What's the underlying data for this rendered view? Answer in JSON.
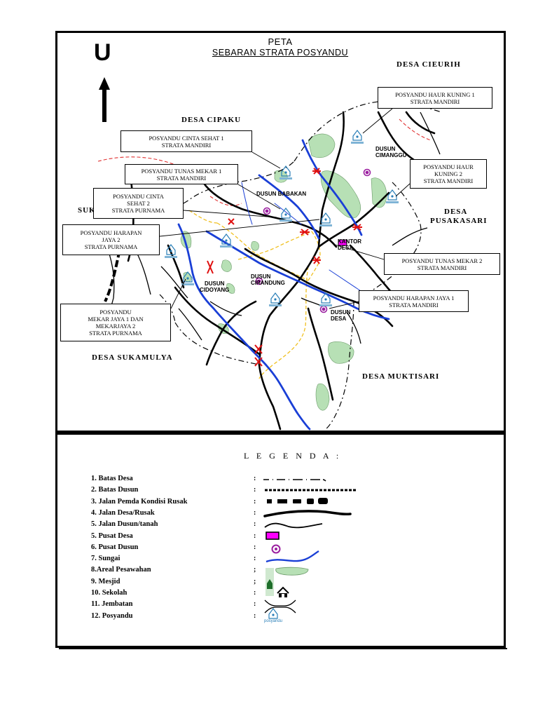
{
  "title": {
    "line1": "PETA",
    "line2": "SEBARAN STRATA POSYANDU"
  },
  "north": "U",
  "villages": {
    "cieurih": "DESA CIEURIH",
    "cipaku": "DESA CIPAKU",
    "pusakasari_1": "DESA",
    "pusakasari_2": "PUSAKASARI",
    "sukamulya": "DESA SUKAMULYA",
    "muktisari": "DESA MUKTISARI",
    "suk_partial": "SUK"
  },
  "hamlets": {
    "cimanggu": [
      "DUSUN",
      "CIMANGGU"
    ],
    "babakan": "DUSUN BABAKAN",
    "cidoyang": [
      "DUSUN",
      "CIDOYANG"
    ],
    "cirandung": [
      "DUSUN",
      "CIRANDUNG"
    ],
    "desa": [
      "DUSUN",
      "DESA"
    ],
    "kantor": [
      "KANTOR",
      "DESA"
    ]
  },
  "callouts": [
    {
      "id": "haur-kuning-1",
      "lines": [
        "POSYANDU HAUR KUNING 1",
        "STRATA MANDIRI"
      ]
    },
    {
      "id": "cinta-sehat-1",
      "lines": [
        "POSYANDU CINTA SEHAT 1",
        "STRATA MANDIRI"
      ]
    },
    {
      "id": "tunas-mekar-1",
      "lines": [
        "POSYANDU TUNAS MEKAR 1",
        "STRATA MANDIRI"
      ]
    },
    {
      "id": "haur-kuning-2",
      "lines": [
        "POSYANDU HAUR",
        "KUNING 2",
        "STRATA MANDIRI"
      ]
    },
    {
      "id": "cinta-sehat-2",
      "lines": [
        "POSYANDU  CINTA",
        "SEHAT  2",
        "STRATA PURNAMA"
      ]
    },
    {
      "id": "harapan-jaya-2",
      "lines": [
        "POSYANDU  HARAPAN",
        "JAYA 2",
        "STRATA PURNAMA"
      ]
    },
    {
      "id": "tunas-mekar-2",
      "lines": [
        "POSYANDU TUNAS MEKAR 2",
        "STRATA MANDIRI"
      ]
    },
    {
      "id": "harapan-jaya-1",
      "lines": [
        "POSYANDU HARAPAN JAYA 1",
        "STRATA MANDIRI"
      ]
    },
    {
      "id": "mekar-jaya",
      "lines": [
        "POSYANDU",
        "MEKAR JAYA 1 DAN",
        "MEKARJAYA 2",
        "STRATA PURNAMA"
      ]
    }
  ],
  "legend": {
    "title": "L E G E N D A :",
    "items": [
      "1. Batas Desa",
      "2. Batas Dusun",
      "3. Jalan Pemda Kondisi Rusak",
      "4. Jalan Desa/Rusak",
      "5. Jalan Dusun/tanah",
      "5. Pusat Desa",
      "6. Pusat Dusun",
      "7. Sungai",
      "8.Areal Pesawahan",
      "9. Mesjid",
      "10. Sekolah",
      "11. Jembatan",
      "12. Posyandu"
    ],
    "colons": [
      ":",
      ":",
      ":",
      ":",
      ":",
      ":",
      ":",
      ":",
      ";",
      ";",
      ":",
      ":",
      ":"
    ]
  },
  "posyandu_icon_label": "posyandu",
  "colors": {
    "river": "#1a3fd6",
    "paddy": "#b7e0b5",
    "desa_center": "#ff00ff",
    "dusun_center": "#9b1fa0",
    "bridge": "#e01010",
    "dusun_boundary": "#f0c020",
    "desa_boundary_partial": "#e03030",
    "posyandu_icon": "#2a7fb8"
  },
  "map_features": {
    "desa_centers": 1,
    "dusun_centers": 4,
    "bridges": 8,
    "posyandu_markers": 10
  }
}
